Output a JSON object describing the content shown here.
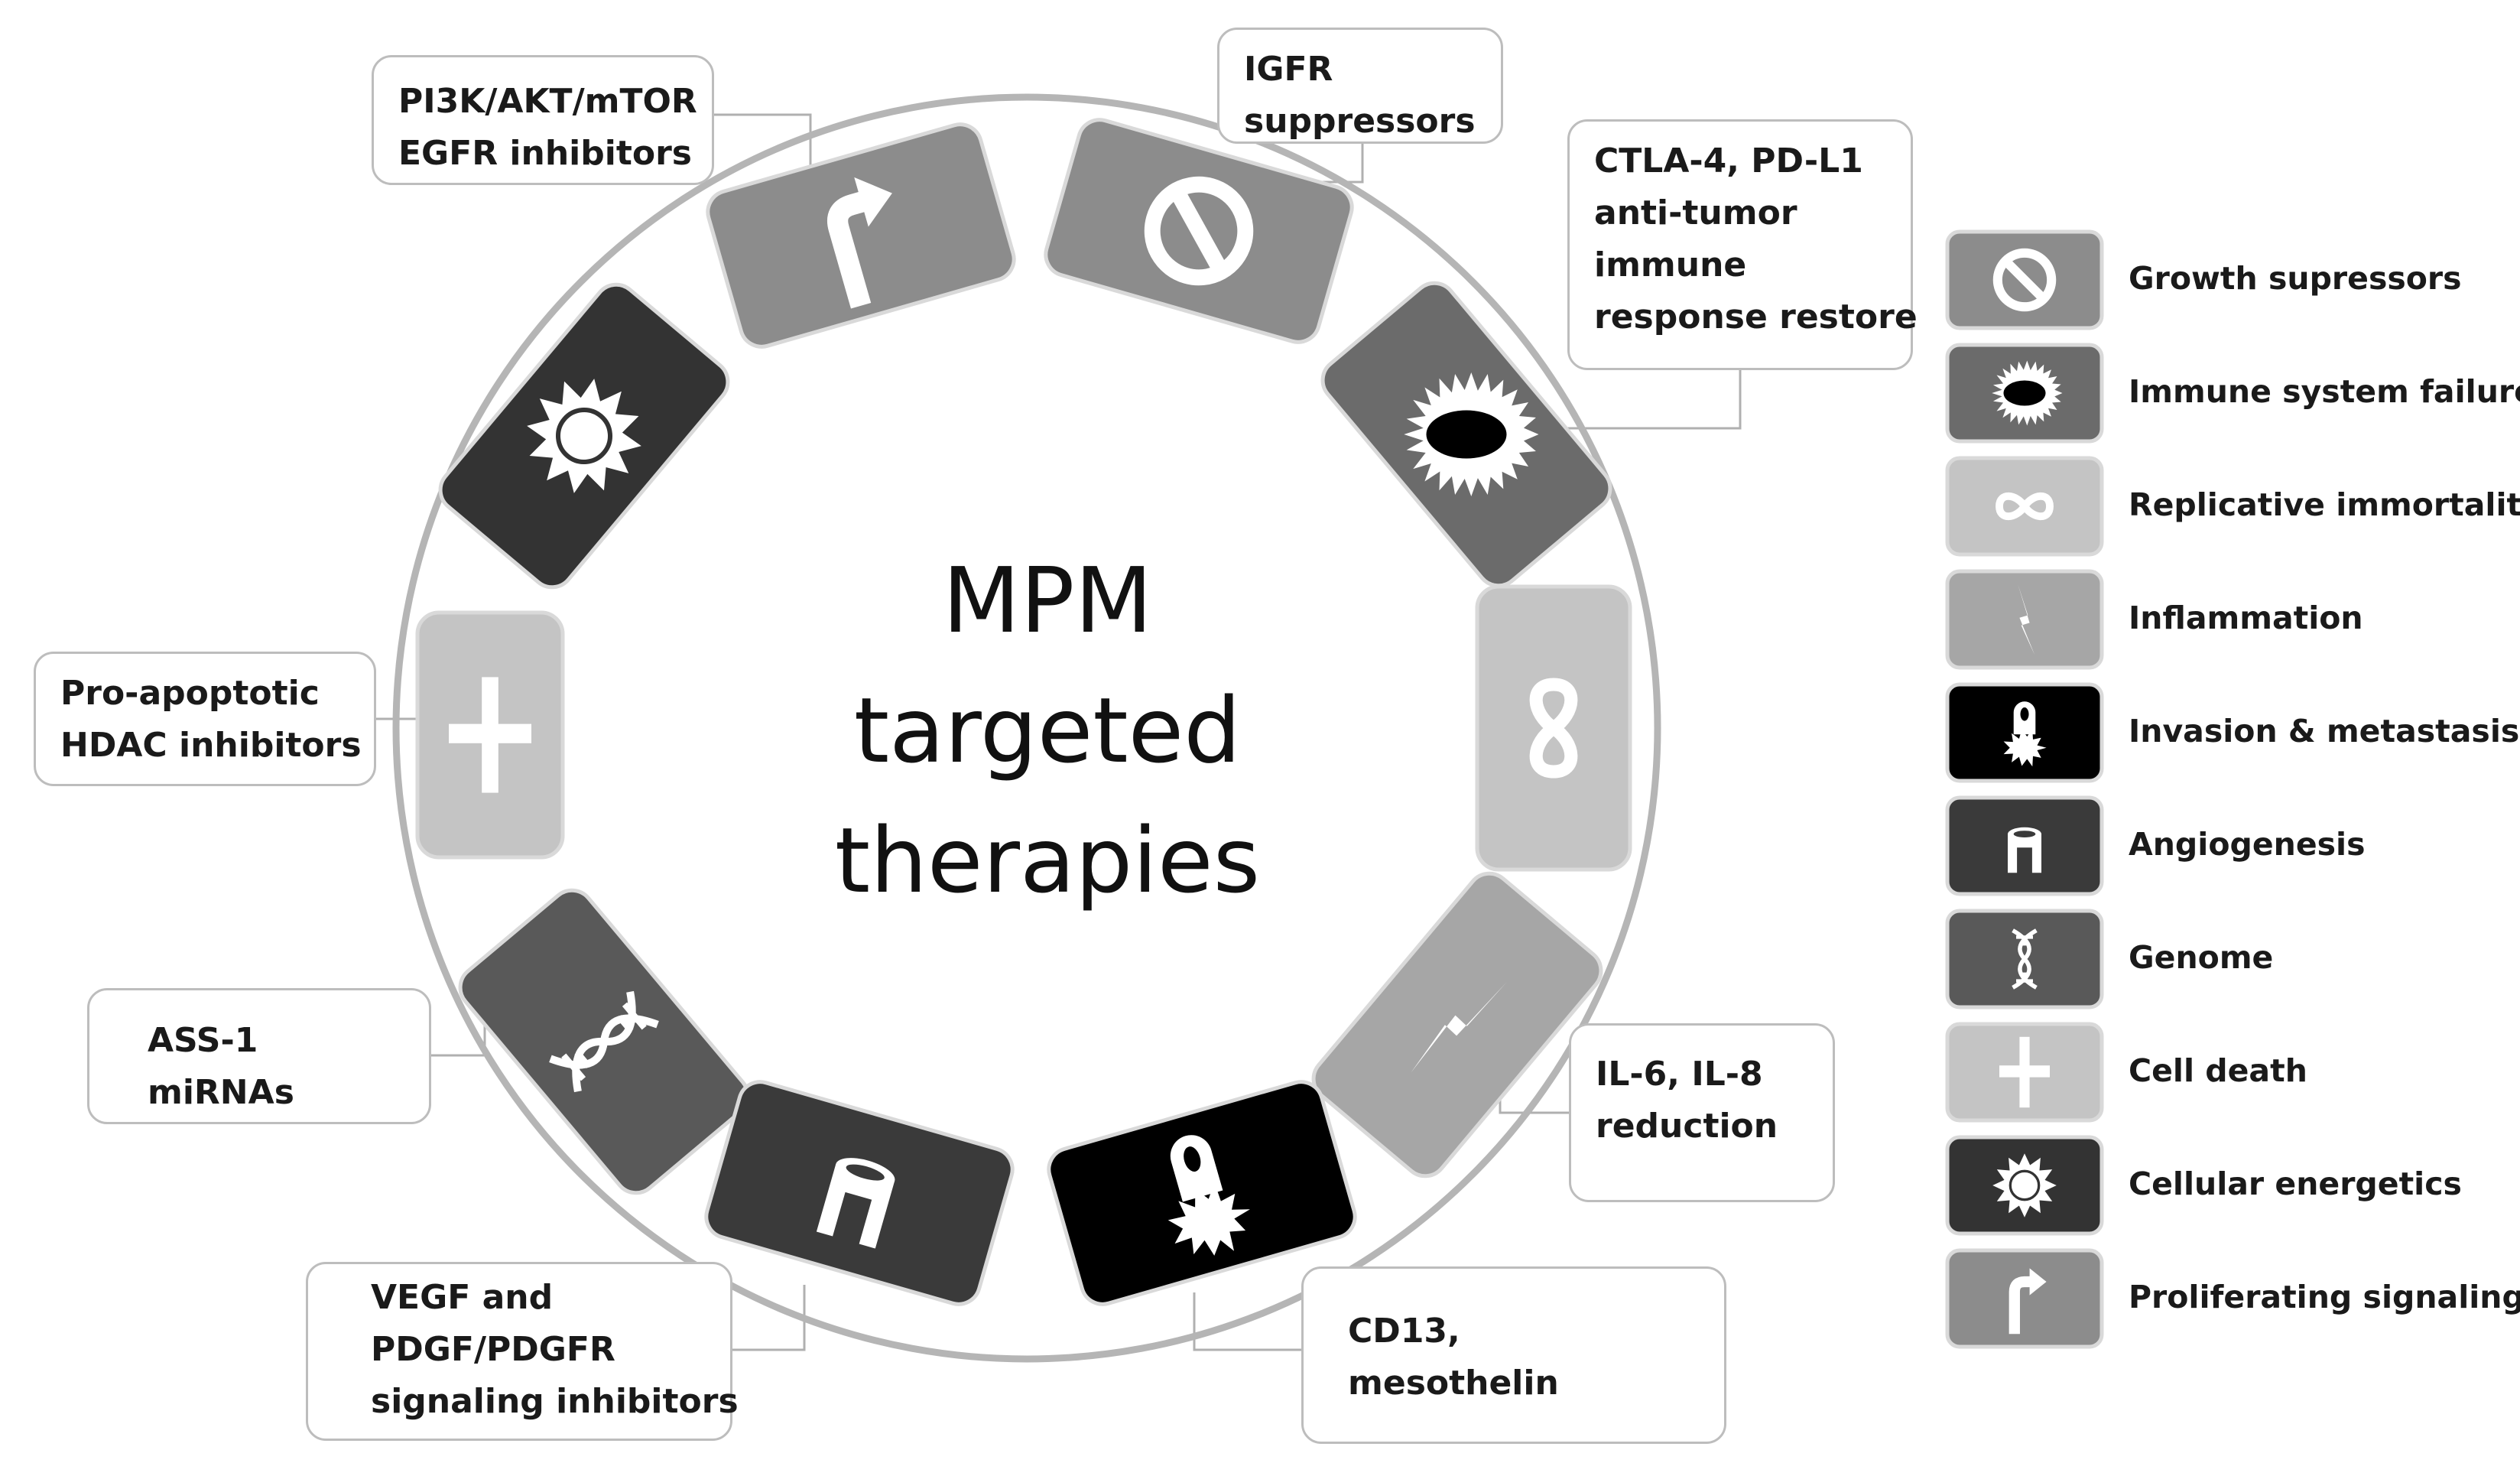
{
  "center_title": [
    "MPM",
    "targeted",
    "therapies"
  ],
  "callouts": [
    {
      "id": "pi3k",
      "lines": [
        "PI3K/AKT/mTOR",
        "EGFR inhibitors"
      ]
    },
    {
      "id": "igfr",
      "lines": [
        "IGFR",
        "suppressors"
      ]
    },
    {
      "id": "ctla4",
      "lines": [
        "CTLA-4, PD-L1",
        "anti-tumor",
        "immune",
        "response restore"
      ]
    },
    {
      "id": "hdac",
      "lines": [
        "Pro-apoptotic",
        "HDAC inhibitors"
      ]
    },
    {
      "id": "ass1",
      "lines": [
        "ASS-1",
        "miRNAs"
      ]
    },
    {
      "id": "il6",
      "lines": [
        "IL-6, IL-8",
        "reduction"
      ]
    },
    {
      "id": "vegf",
      "lines": [
        "VEGF and",
        "PDGF/PDGFR",
        "signaling inhibitors"
      ]
    },
    {
      "id": "cd13",
      "lines": [
        "CD13,",
        "mesothelin"
      ]
    }
  ],
  "legend": [
    {
      "icon": "no-entry-icon",
      "label": "Growth supressors",
      "color": "#8c8c8c"
    },
    {
      "icon": "spiky-ring-icon",
      "label": "Immune system failure",
      "color": "#6b6b6b"
    },
    {
      "icon": "infinity-icon",
      "label": "Replicative immortality",
      "color": "#c4c4c4"
    },
    {
      "icon": "lightning-icon",
      "label": "Inflammation",
      "color": "#a6a6a6"
    },
    {
      "icon": "invasion-icon",
      "label": "Invasion & metastasis",
      "color": "#000000"
    },
    {
      "icon": "vessel-icon",
      "label": "Angiogenesis",
      "color": "#3a3a3a"
    },
    {
      "icon": "dna-icon",
      "label": "Genome",
      "color": "#595959"
    },
    {
      "icon": "cross-icon",
      "label": "Cell death",
      "color": "#c4c4c4"
    },
    {
      "icon": "sun-icon",
      "label": "Cellular energetics",
      "color": "#333333"
    },
    {
      "icon": "turn-arrow-icon",
      "label": "Proliferating signaling",
      "color": "#8c8c8c"
    }
  ]
}
